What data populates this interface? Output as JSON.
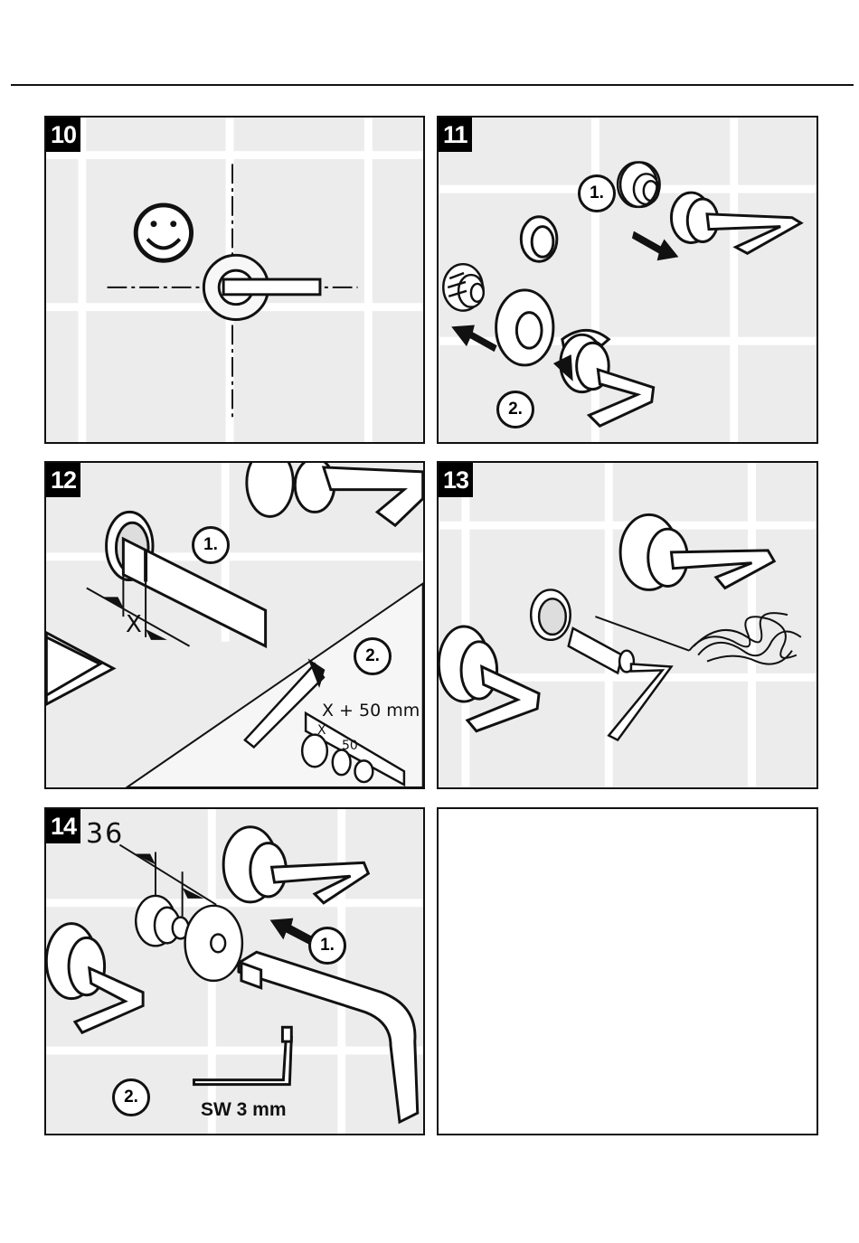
{
  "panels": [
    {
      "step": "10"
    },
    {
      "step": "11",
      "callouts": [
        "1.",
        "2."
      ]
    },
    {
      "step": "12",
      "callouts": [
        "1.",
        "2."
      ],
      "labels": [
        "X",
        "X + 50 mm",
        "X",
        "50"
      ]
    },
    {
      "step": "13"
    },
    {
      "step": "14",
      "callouts": [
        "1.",
        "2."
      ],
      "labels": [
        "36",
        "SW 3 mm"
      ]
    },
    {
      "step": ""
    }
  ]
}
